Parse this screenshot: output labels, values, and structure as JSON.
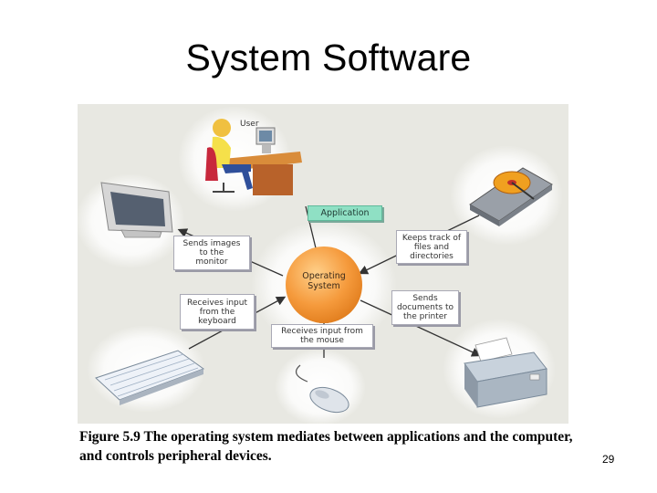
{
  "title": "System Software",
  "diagram": {
    "user_label": "User",
    "center_label": "Operating\nSystem",
    "application_label": "Application",
    "labels": {
      "monitor": "Sends images\nto the\nmonitor",
      "files": "Keeps track of\nfiles and\ndirectories",
      "keyboard": "Receives input\nfrom the\nkeyboard",
      "printer": "Sends\ndocuments to\nthe printer",
      "mouse": "Receives input from\nthe mouse"
    },
    "icons": [
      "user-at-desk-icon",
      "monitor-icon",
      "hard-drive-icon",
      "keyboard-icon",
      "mouse-icon",
      "printer-icon"
    ],
    "colors": {
      "os_circle": "#f59a3c",
      "application_box": "#8fe0c4",
      "background": "#e8e8e2"
    }
  },
  "caption": "Figure 5.9 The operating system mediates between applications and the computer, and controls peripheral devices.",
  "page_number": "29"
}
